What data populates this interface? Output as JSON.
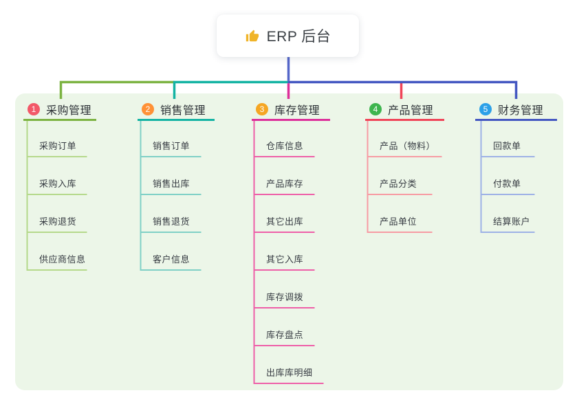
{
  "root": {
    "title": "ERP 后台",
    "icon": "thumbs-up-icon",
    "icon_color": "#f0b429"
  },
  "connector_colors": {
    "root_drop": "#5566c9"
  },
  "branches": [
    {
      "number": "1",
      "label": "采购管理",
      "badge_color": "#f25868",
      "line_color": "#7cb342",
      "child_line_color": "#b5d98b",
      "children": [
        "采购订单",
        "采购入库",
        "采购退货",
        "供应商信息"
      ]
    },
    {
      "number": "2",
      "label": "销售管理",
      "badge_color": "#ff9136",
      "line_color": "#14b3a3",
      "child_line_color": "#7fd0c6",
      "children": [
        "销售订单",
        "销售出库",
        "销售退货",
        "客户信息"
      ]
    },
    {
      "number": "3",
      "label": "库存管理",
      "badge_color": "#f5a623",
      "line_color": "#dd2f9a",
      "child_line_color": "#ee5fa8",
      "children": [
        "仓库信息",
        "产品库存",
        "其它出库",
        "其它入库",
        "库存调拨",
        "库存盘点",
        "出库库明细"
      ]
    },
    {
      "number": "4",
      "label": "产品管理",
      "badge_color": "#3db54e",
      "line_color": "#f04458",
      "child_line_color": "#f79ba3",
      "children": [
        "产品（物料）",
        "产品分类",
        "产品单位"
      ]
    },
    {
      "number": "5",
      "label": "财务管理",
      "badge_color": "#2ba0e8",
      "line_color": "#4457c1",
      "child_line_color": "#9db1e6",
      "children": [
        "回款单",
        "付款单",
        "结算账户"
      ]
    }
  ]
}
